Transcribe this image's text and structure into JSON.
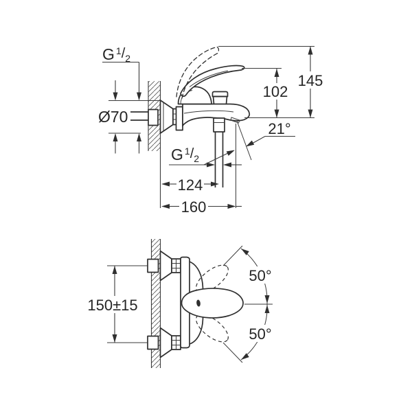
{
  "meta": {
    "description": "Installation dimension drawing of a wall-mounted single-lever bath mixer, front view and side view",
    "colors": {
      "line": "#3a3a3a",
      "text": "#262626",
      "background": "#ffffff"
    }
  },
  "front_view": {
    "wall_thread": {
      "g": "G",
      "numerator": "1",
      "slash": "/",
      "denominator": "2"
    },
    "escutcheon_diameter": "Ø70",
    "height_lever_to_outlet": "102",
    "height_total": "145",
    "spout_angle": "21°",
    "outlet_thread": {
      "g": "G",
      "numerator": "1",
      "slash": "/",
      "denominator": "2"
    },
    "wall_to_outlet": "124",
    "wall_to_spout_tip": "160"
  },
  "side_view": {
    "supply_centre_distance": "150±15",
    "lever_swing_upper": "50°",
    "lever_swing_lower": "50°"
  }
}
